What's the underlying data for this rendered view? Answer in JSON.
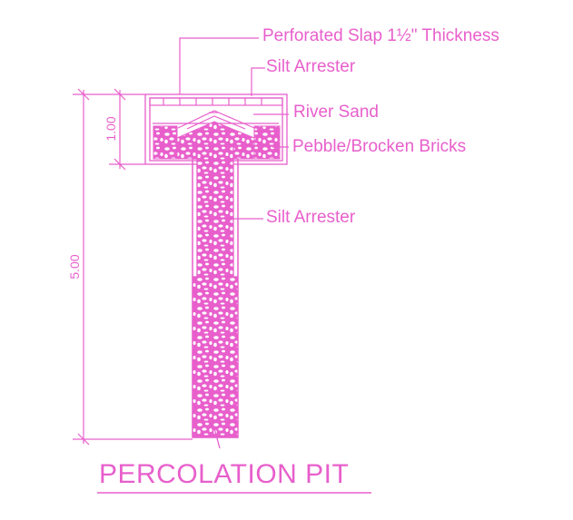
{
  "labels": {
    "perforated_slab": "Perforated Slap 1½\" Thickness",
    "silt_arrester_top": "Silt Arrester",
    "river_sand": "River Sand",
    "pebble": "Pebble/Brocken Bricks",
    "silt_arrester_shaft": "Silt Arrester"
  },
  "dimensions": {
    "small": "1.00",
    "large": "5.00"
  },
  "title": "PERCOLATION PIT",
  "colors": {
    "line": "#e85fcc",
    "fill": "#e85fcc",
    "background": "#ffffff"
  }
}
